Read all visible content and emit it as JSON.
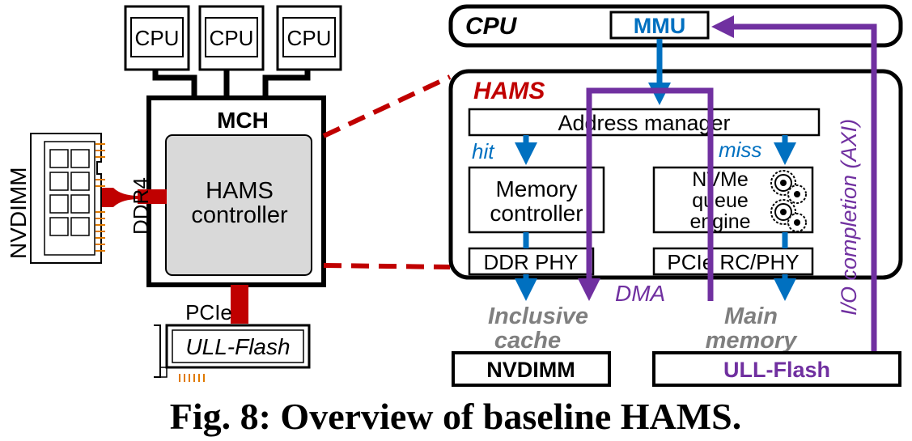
{
  "left": {
    "cpu_labels": [
      "CPU",
      "CPU",
      "CPU"
    ],
    "mch_label": "MCH",
    "controller_line1": "HAMS",
    "controller_line2": "controller",
    "nvdimm_label": "NVDIMM",
    "ddr4_label": "DDR4",
    "pcie_label": "PCIe",
    "ull_flash_label": "ULL-Flash"
  },
  "right": {
    "cpu_label": "CPU",
    "mmu_label": "MMU",
    "hams_label": "HAMS",
    "address_manager": "Address manager",
    "hit_label": "hit",
    "miss_label": "miss",
    "memory_controller_line1": "Memory",
    "memory_controller_line2": "controller",
    "nvme_line1": "NVMe",
    "nvme_line2": "queue",
    "nvme_line3": "engine",
    "ddr_phy": "DDR PHY",
    "pcie_phy": "PCIe RC/PHY",
    "dma_label": "DMA",
    "io_completion": "I/O completion (AXI)",
    "inclusive_line1": "Inclusive",
    "inclusive_line2": "cache",
    "main_memory_line1": "Main",
    "main_memory_line2": "memory",
    "nvdimm_box": "NVDIMM",
    "ull_flash_box": "ULL-Flash"
  },
  "caption": "Fig. 8: Overview of baseline HAMS.",
  "colors": {
    "blue": "#0070c0",
    "purple": "#7030a0",
    "red": "#c00000",
    "gray_text": "#7f7f7f",
    "orange": "#e07a00",
    "controller_fill": "#d9d9d9"
  }
}
